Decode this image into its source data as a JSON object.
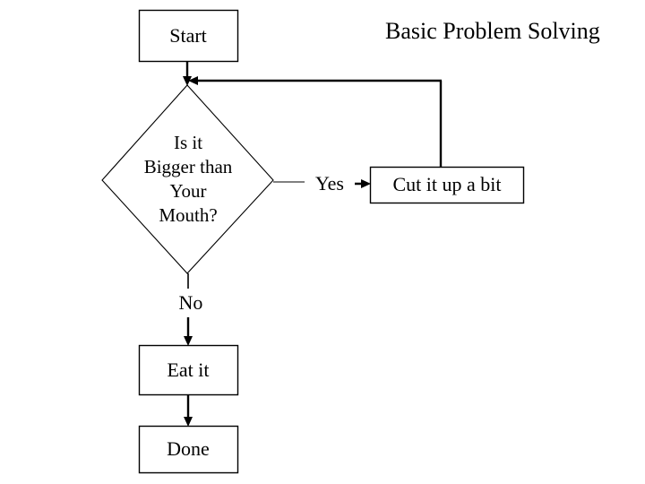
{
  "diagram": {
    "title": "Basic Problem Solving",
    "type": "flowchart",
    "background_color": "#ffffff",
    "stroke_color": "#000000",
    "nodes": [
      {
        "id": "start",
        "shape": "rectangle",
        "label": "Start"
      },
      {
        "id": "decision",
        "shape": "diamond",
        "label": "Is it\nBigger than\nYour\nMouth?",
        "lines": [
          "Is it",
          "Bigger than",
          "Your",
          "Mouth?"
        ]
      },
      {
        "id": "cut",
        "shape": "rectangle",
        "label": "Cut it up a bit"
      },
      {
        "id": "eat",
        "shape": "rectangle",
        "label": "Eat it"
      },
      {
        "id": "done",
        "shape": "rectangle",
        "label": "Done"
      }
    ],
    "edges": [
      {
        "from": "start",
        "to": "decision",
        "label": ""
      },
      {
        "from": "decision",
        "to": "cut",
        "label": "Yes"
      },
      {
        "from": "cut",
        "to": "decision",
        "label": ""
      },
      {
        "from": "decision",
        "to": "eat",
        "label": "No"
      },
      {
        "from": "eat",
        "to": "done",
        "label": ""
      }
    ]
  }
}
